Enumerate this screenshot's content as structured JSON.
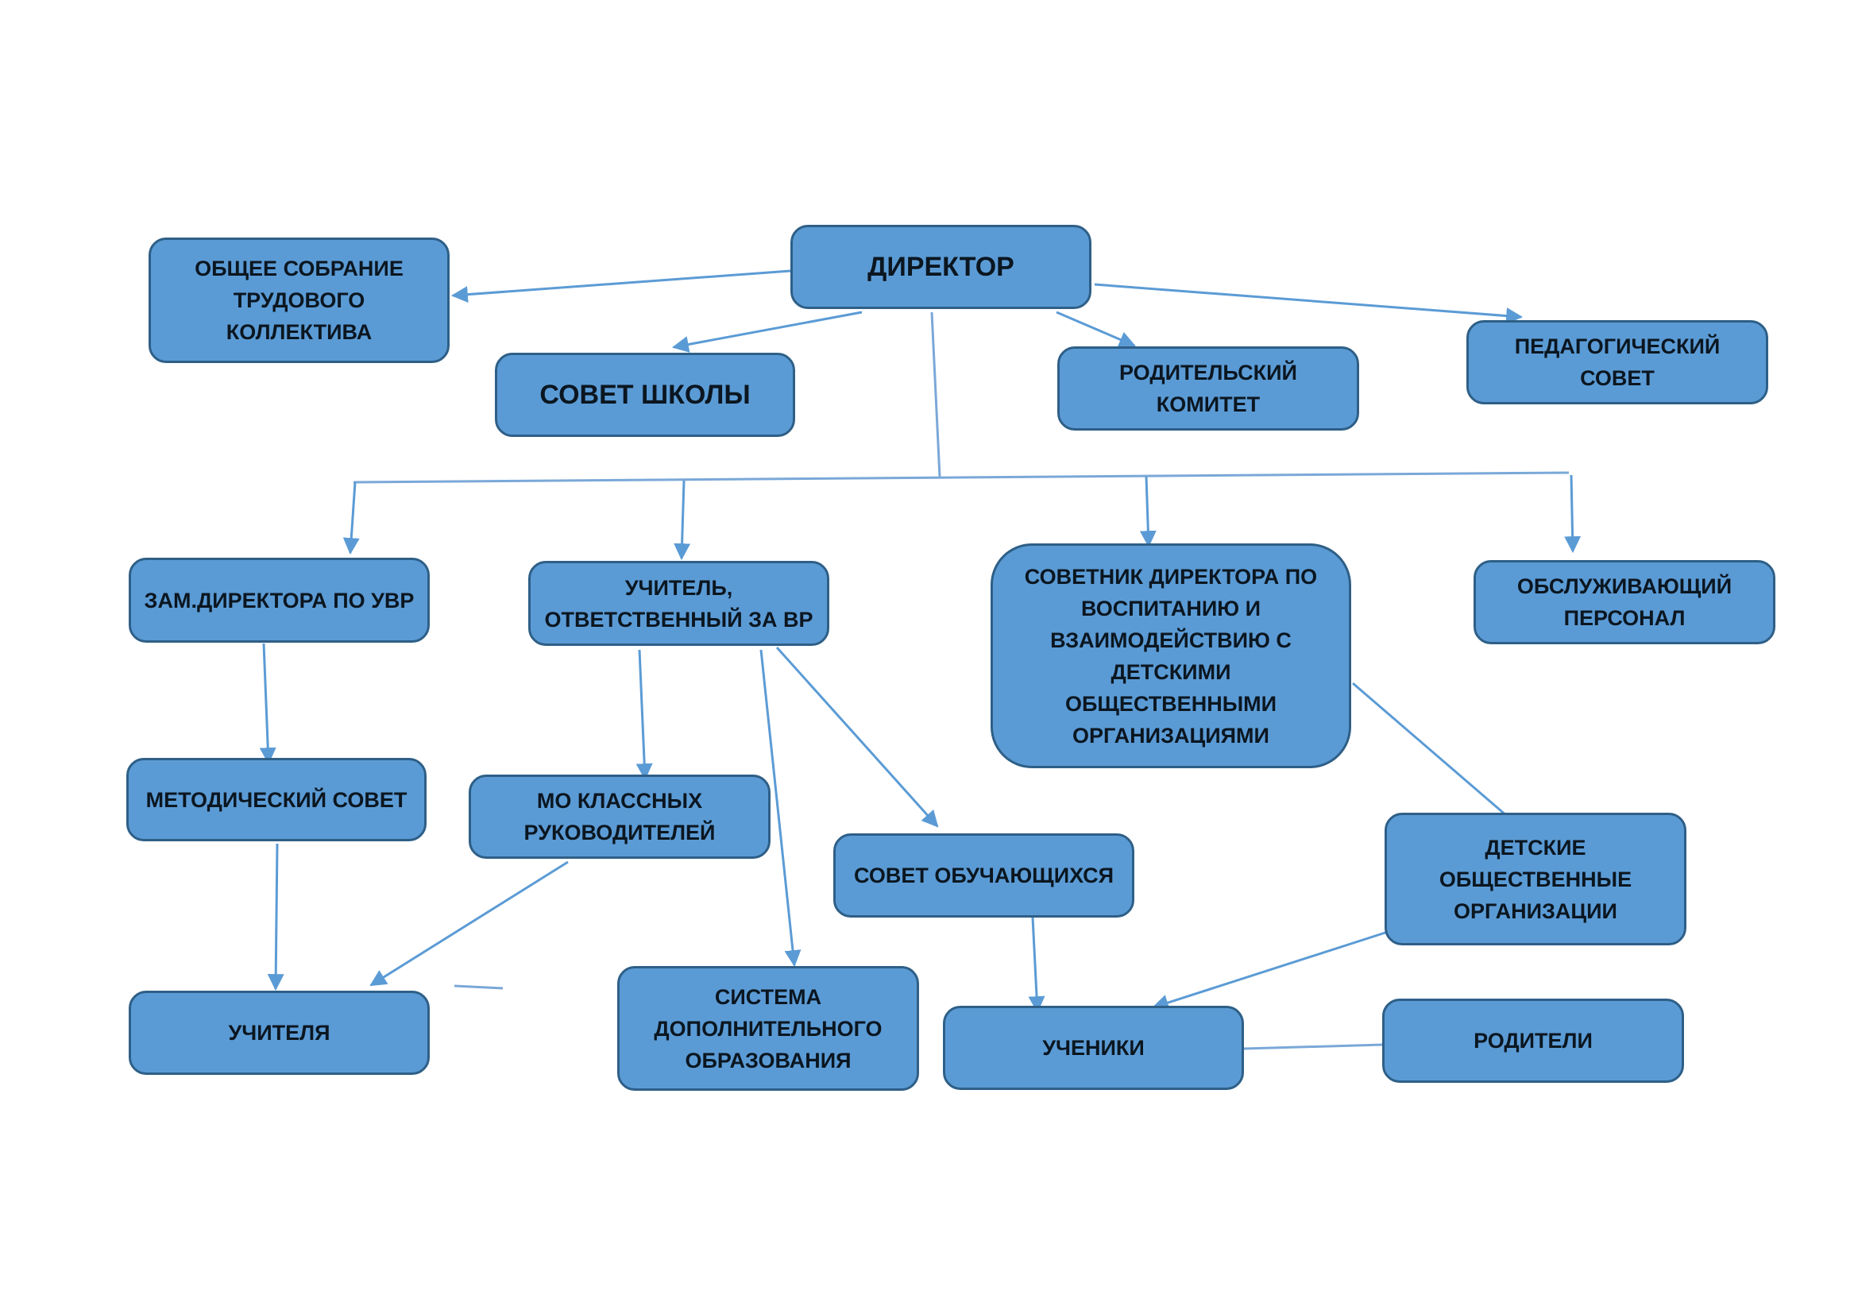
{
  "nodes": {
    "director": "ДИРЕКТОР",
    "general_meeting": "ОБЩЕЕ СОБРАНИЕ\nТРУДОВОГО\nКОЛЛЕКТИВА",
    "school_council": "СОВЕТ ШКОЛЫ",
    "parent_committee": "РОДИТЕЛЬСКИЙ\nКОМИТЕТ",
    "pedagogical_council": "ПЕДАГОГИЧЕСКИЙ\nСОВЕТ",
    "deputy_director": "ЗАМ.ДИРЕКТОРА ПО УВР",
    "teacher_vr": "УЧИТЕЛЬ,\nОТВЕТСТВЕННЫЙ ЗА  ВР",
    "advisor": "СОВЕТНИК ДИРЕКТОРА ПО\nВОСПИТАНИЮ И\nВЗАИМОДЕЙСТВИЮ С\nДЕТСКИМИ\nОБЩЕСТВЕННЫМИ\nОРГАНИЗАЦИЯМИ",
    "service_staff": "ОБСЛУЖИВАЮЩИЙ\nПЕРСОНАЛ",
    "methodical_council": "МЕТОДИЧЕСКИЙ СОВЕТ",
    "mo_class_leaders": "МО КЛАССНЫХ\nРУКОВОДИТЕЛЕЙ",
    "student_council": "СОВЕТ ОБУЧАЮЩИХСЯ",
    "children_orgs": "ДЕТСКИЕ\nОБЩЕСТВЕННЫЕ\nОРГАНИЗАЦИИ",
    "teachers": "УЧИТЕЛЯ",
    "additional_education": "СИСТЕМА\nДОПОЛНИТЕЛЬНОГО\nОБРАЗОВАНИЯ",
    "students": "УЧЕНИКИ",
    "parents": "РОДИТЕЛИ"
  },
  "colors": {
    "box_fill": "#5b9bd5",
    "box_border": "#2e5f87",
    "connector": "#5b9bd5"
  }
}
